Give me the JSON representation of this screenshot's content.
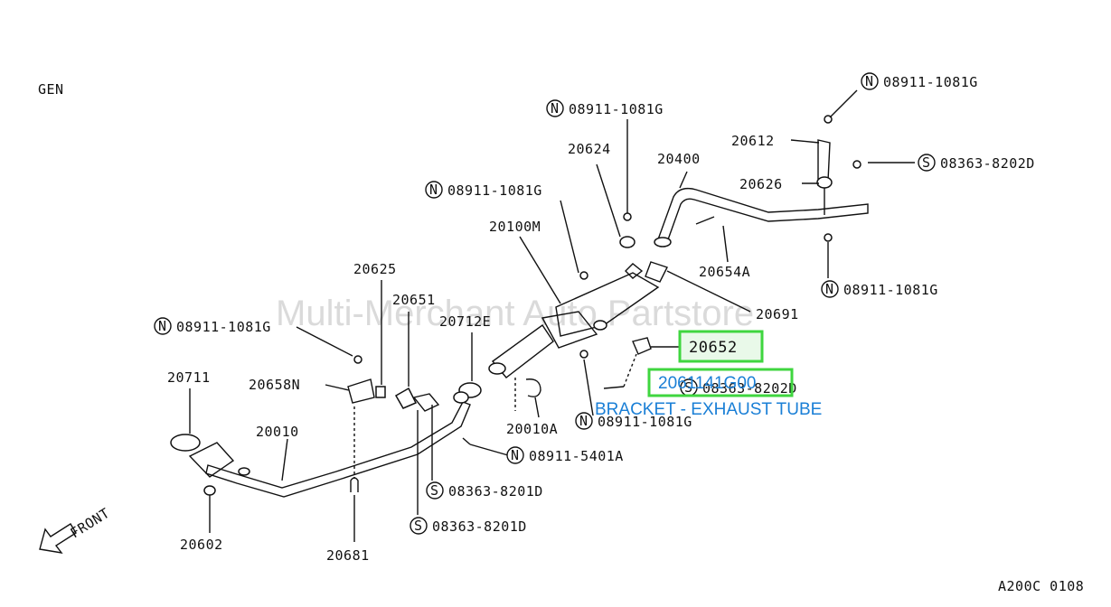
{
  "watermark": "Multi-Merchant Auto Partstore",
  "section_code": "GEN",
  "diagram_code": "A200C 0108",
  "front_label": "FRONT",
  "highlight": {
    "part_number": "20652",
    "catalog_number": "2061141G00",
    "description": "BRACKET - EXHAUST TUBE",
    "color": "#3fd63f",
    "text_color": "#1a7fd6"
  },
  "callouts": {
    "c1": {
      "prefix": "N",
      "text": "08911-1081G"
    },
    "c2": {
      "prefix": "N",
      "text": "08911-1081G"
    },
    "c3": {
      "prefix": "S",
      "text": "08363-8202D"
    },
    "c4": {
      "prefix": "N",
      "text": "08911-1081G"
    },
    "c5": {
      "prefix": "N",
      "text": "08911-1081G"
    },
    "c6": {
      "prefix": "N",
      "text": "08911-1081G"
    },
    "c7": {
      "prefix": "S",
      "text": "08363-8202D"
    },
    "c8": {
      "prefix": "N",
      "text": "08911-1081G"
    },
    "c9": {
      "prefix": "N",
      "text": "08911-5401A"
    },
    "c10": {
      "prefix": "S",
      "text": "08363-8201D"
    },
    "c11": {
      "prefix": "S",
      "text": "08363-8201D"
    }
  },
  "parts": {
    "p20624": "20624",
    "p20400": "20400",
    "p20612": "20612",
    "p20626": "20626",
    "p20100M": "20100M",
    "p20654A": "20654A",
    "p20691": "20691",
    "p20625": "20625",
    "p20651": "20651",
    "p20712E": "20712E",
    "p20711": "20711",
    "p20658N": "20658N",
    "p20010": "20010",
    "p20010A": "20010A",
    "p20602": "20602",
    "p20681": "20681"
  }
}
